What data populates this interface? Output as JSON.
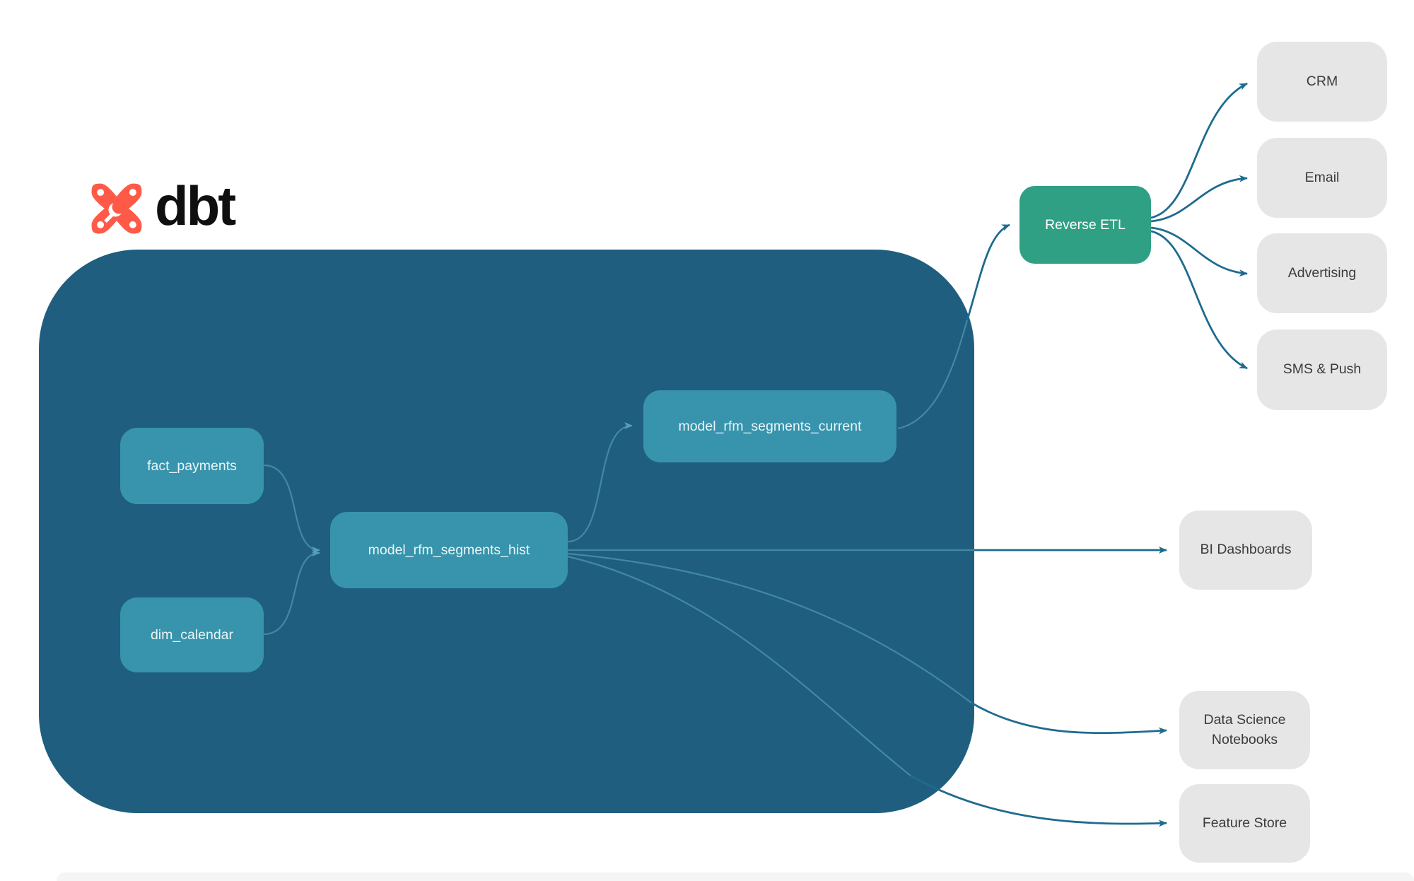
{
  "brand": {
    "name": "dbt"
  },
  "nodes": {
    "fact_payments": {
      "label": "fact_payments",
      "type": "source-model"
    },
    "dim_calendar": {
      "label": "dim_calendar",
      "type": "source-model"
    },
    "model_rfm_segments_hist": {
      "label": "model_rfm_segments_hist",
      "type": "model"
    },
    "model_rfm_segments_current": {
      "label": "model_rfm_segments_current",
      "type": "model"
    },
    "reverse_etl": {
      "label": "Reverse ETL",
      "type": "process"
    },
    "crm": {
      "label": "CRM",
      "type": "destination"
    },
    "email": {
      "label": "Email",
      "type": "destination"
    },
    "advertising": {
      "label": "Advertising",
      "type": "destination"
    },
    "sms_push": {
      "label": "SMS & Push",
      "type": "destination"
    },
    "bi_dashboards": {
      "label": "BI Dashboards",
      "type": "destination"
    },
    "data_science_notebooks": {
      "label": "Data Science Notebooks",
      "type": "destination"
    },
    "feature_store": {
      "label": "Feature Store",
      "type": "destination"
    }
  },
  "edges": [
    {
      "from": "fact_payments",
      "to": "model_rfm_segments_hist"
    },
    {
      "from": "dim_calendar",
      "to": "model_rfm_segments_hist"
    },
    {
      "from": "model_rfm_segments_hist",
      "to": "model_rfm_segments_current"
    },
    {
      "from": "model_rfm_segments_current",
      "to": "reverse_etl"
    },
    {
      "from": "reverse_etl",
      "to": "crm"
    },
    {
      "from": "reverse_etl",
      "to": "email"
    },
    {
      "from": "reverse_etl",
      "to": "advertising"
    },
    {
      "from": "reverse_etl",
      "to": "sms_push"
    },
    {
      "from": "model_rfm_segments_hist",
      "to": "bi_dashboards"
    },
    {
      "from": "model_rfm_segments_hist",
      "to": "data_science_notebooks"
    },
    {
      "from": "model_rfm_segments_hist",
      "to": "feature_store"
    }
  ],
  "colors": {
    "container": "#1f5e7e",
    "model_node": "#3794ac",
    "reverse_etl_node": "#2fa083",
    "destination_node": "#e6e6e6",
    "edge_outside": "#1e6b8e",
    "edge_inside": "#4189a5",
    "brand_orange": "#ff5a47",
    "text_on_dark": "#ffffff",
    "text_on_gray": "#3b3b3b"
  }
}
